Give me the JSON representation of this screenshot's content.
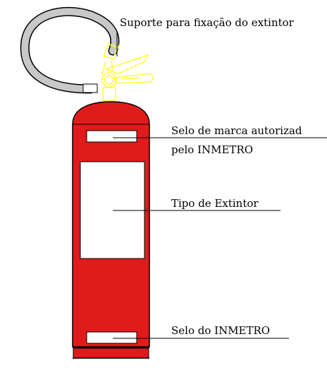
{
  "labels": {
    "suporte": "Suporte para fixação do extintor",
    "selo_marca_line1": "Selo de marca autorizad",
    "selo_marca_line2": "pelo INMETRO",
    "tipo": "Tipo de Extintor",
    "selo_inmetro": "Selo do INMETRO"
  },
  "colors": {
    "cylinder_red": "#e01b1b",
    "outline": "#000000",
    "hose_gray": "#c8c8c8",
    "valve_yellow": "#ffff33",
    "panel_white": "#ffffff"
  }
}
